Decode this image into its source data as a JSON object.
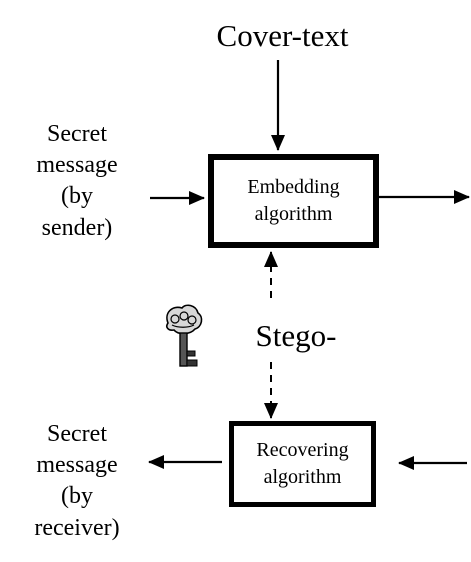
{
  "cover_text": "Cover-text",
  "secret_message_sender": "Secret\nmessage\n(by\nsender)",
  "embedding_box": "Embedding\nalgorithm",
  "stego": "Stego-",
  "recovering_box": "Recovering\nalgorithm",
  "secret_message_receiver": "Secret\nmessage\n(by\nreceiver)",
  "icons": {
    "key": "key-icon"
  }
}
